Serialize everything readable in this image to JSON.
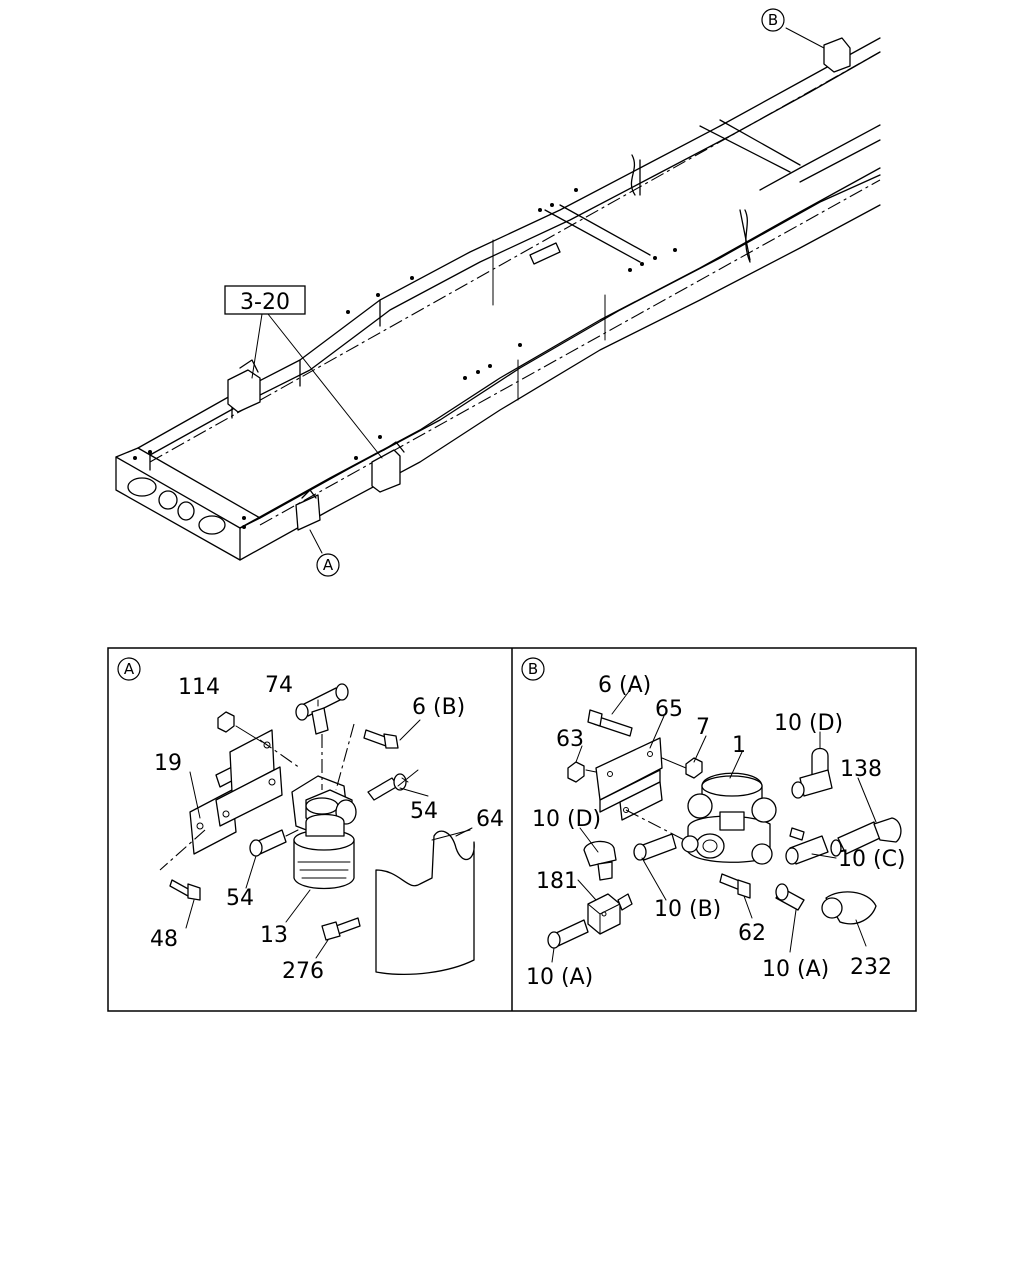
{
  "reference_box": "3-20",
  "callouts": {
    "top_b": "B",
    "frame_a": "A"
  },
  "panel_a": {
    "marker": "A",
    "labels": {
      "p114": "114",
      "p74": "74",
      "p6b": "6 (B)",
      "p19": "19",
      "p54a": "54",
      "p54b": "54",
      "p64": "64",
      "p48": "48",
      "p13": "13",
      "p276": "276"
    }
  },
  "panel_b": {
    "marker": "B",
    "labels": {
      "p6a": "6 (A)",
      "p65": "65",
      "p7": "7",
      "p63": "63",
      "p1": "1",
      "p10d_top": "10 (D)",
      "p138": "138",
      "p10d_left": "10 (D)",
      "p10c": "10 (C)",
      "p181": "181",
      "p10b": "10 (B)",
      "p62": "62",
      "p10a_left": "10 (A)",
      "p10a_right": "10 (A)",
      "p232": "232"
    }
  }
}
